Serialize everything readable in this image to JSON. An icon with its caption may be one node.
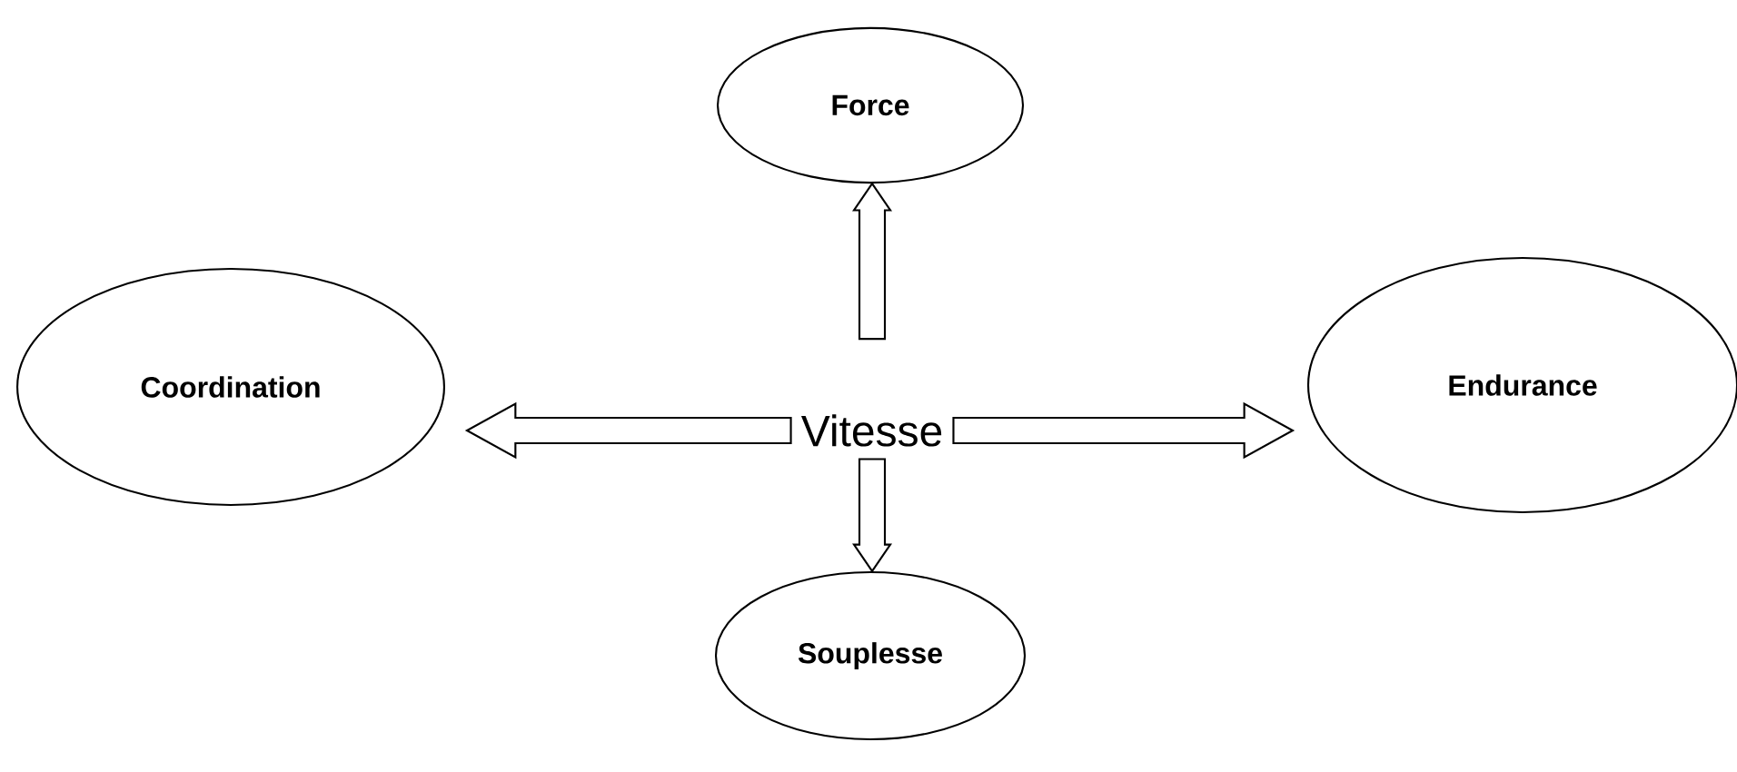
{
  "diagram": {
    "nodes": [
      {
        "text": [
          "Vitesse"
        ]
      },
      {
        "text": [
          "Force"
        ]
      },
      {
        "text": [
          "Coordination"
        ]
      },
      {
        "text": [
          "Endurance"
        ]
      },
      {
        "text": [
          "Souplesse"
        ]
      }
    ],
    "edges": [
      {
        "from": 0,
        "to": 1,
        "arrow": "to"
      },
      {
        "from": 0,
        "to": 2,
        "arrow": "to"
      },
      {
        "from": 0,
        "to": 3,
        "arrow": "to"
      },
      {
        "from": 0,
        "to": 4,
        "arrow": "to"
      }
    ]
  }
}
